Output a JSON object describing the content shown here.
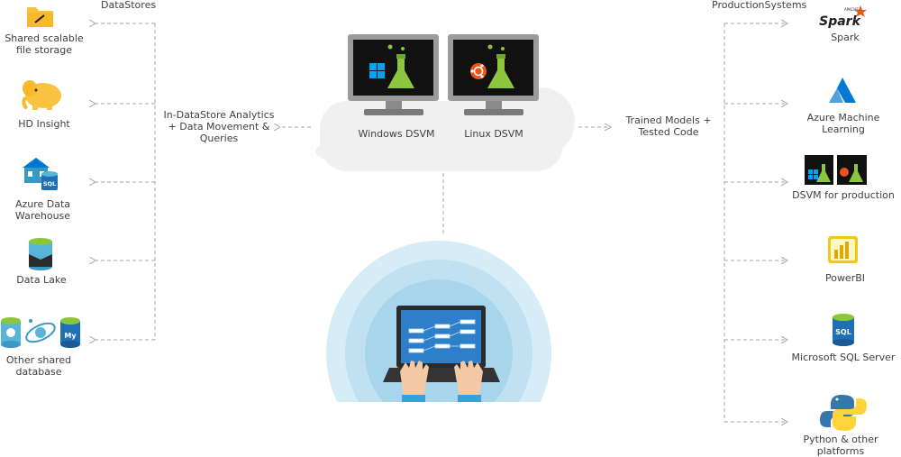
{
  "headers": {
    "left": "DataStores",
    "right": "ProductionSystems"
  },
  "datastores": [
    {
      "label": "Shared scalable\nfile storage",
      "icon": "file-storage-folder-icon"
    },
    {
      "label": "HD Insight",
      "icon": "hdinsight-elephant-icon"
    },
    {
      "label": "Azure Data\nWarehouse",
      "icon": "azure-data-warehouse-icon"
    },
    {
      "label": "Data Lake",
      "icon": "data-lake-icon"
    },
    {
      "label": "Other shared\ndatabase",
      "icon": "database-group-icon"
    }
  ],
  "production": [
    {
      "label": "Spark",
      "icon": "spark-logo-icon"
    },
    {
      "label": "Azure Machine Learning",
      "icon": "azure-ml-icon"
    },
    {
      "label": "DSVM for production",
      "icon": "dsvm-pair-icon"
    },
    {
      "label": "PowerBI",
      "icon": "powerbi-icon"
    },
    {
      "label": "Microsoft SQL Server",
      "icon": "sql-server-icon"
    },
    {
      "label": "Python & other platforms",
      "icon": "python-logo-icon"
    }
  ],
  "center": {
    "analytics_label": "In-DataStore Analytics\n+ Data Movement &\nQueries",
    "trained_label": "Trained Models +\nTested Code",
    "windows_dsvm": "Windows DSVM",
    "linux_dsvm": "Linux DSVM",
    "spark_wordmark": "Spark",
    "apache_text": "APACHE",
    "sql_text": "SQL",
    "my_text": "My"
  },
  "colors": {
    "connector": "#a6a6a6",
    "cloud": "#f0f0f0",
    "halo_outer": "#d6ecf6",
    "halo_mid": "#bfe1f1",
    "halo_inner": "#a6d5ec",
    "screen_blue": "#2d7fc9",
    "flask_green": "#8cc63f",
    "azure_blue": "#0078d4",
    "powerbi_yellow": "#f2c811"
  }
}
